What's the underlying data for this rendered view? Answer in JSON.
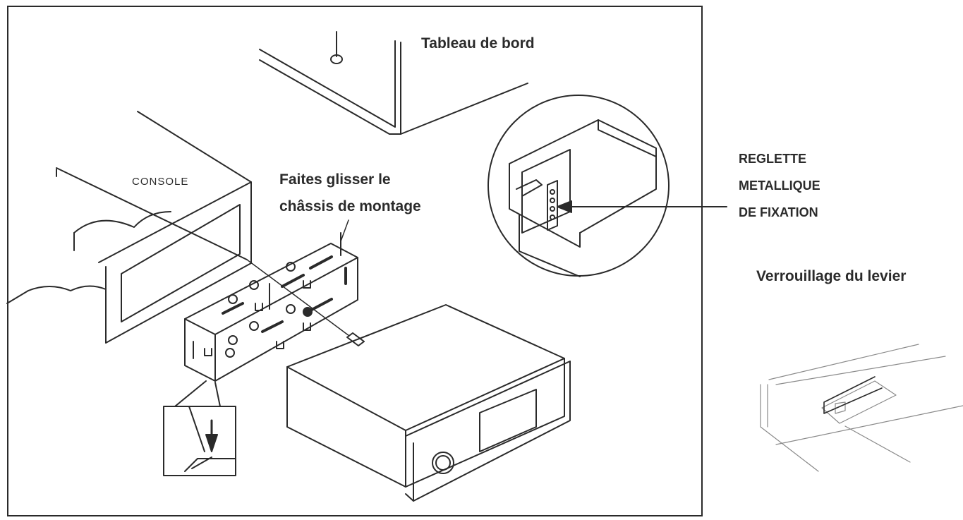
{
  "labels": {
    "dashboard": "Tableau de bord",
    "console": "CONSOLE",
    "slide_frame": "Faites glisser le\nchâssis de montage",
    "metal_strip": "REGLETTE\nMETALLIQUE\nDE FIXATION",
    "lever_lock": "Verrouillage du levier"
  },
  "colors": {
    "line": "#2a2a2a",
    "light_line": "#8a8a8a",
    "text": "#2b2b2b"
  },
  "icons": {
    "arrow": "left-pointing-arrow",
    "down_arrow": "down-pointing-arrow"
  }
}
